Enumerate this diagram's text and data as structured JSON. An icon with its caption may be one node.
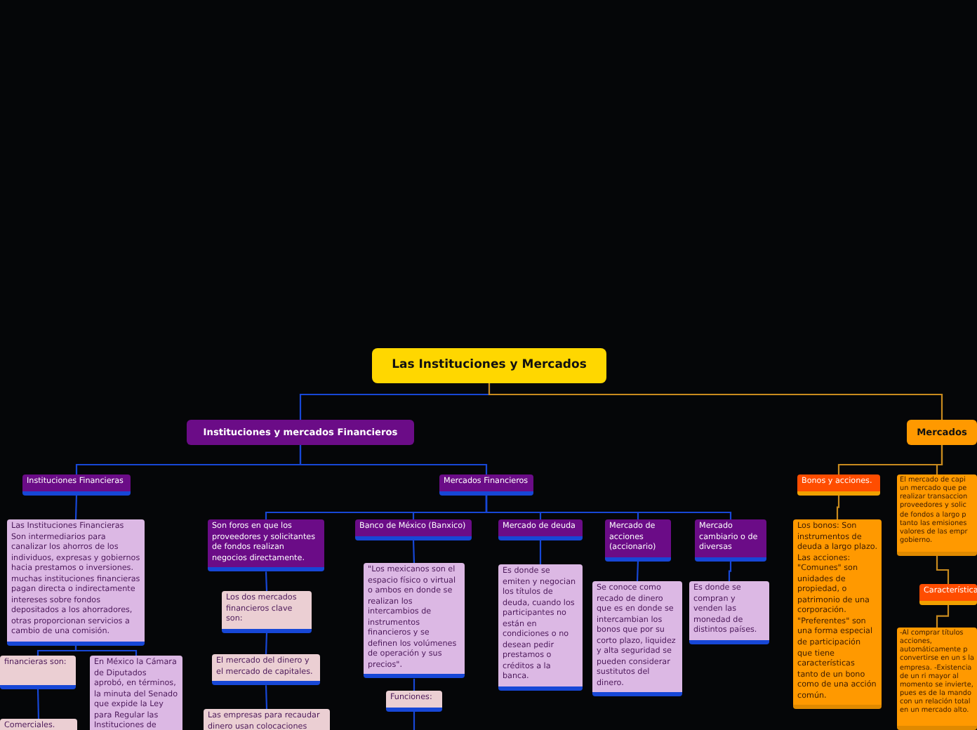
{
  "diagram": {
    "nodes": [
      {
        "text": [
          "Las Instituciones y Mercados"
        ]
      },
      {
        "text": [
          "Instituciones y mercados Financieros"
        ]
      },
      {
        "text": [
          "Mercados"
        ]
      },
      {
        "text": [
          "Instituciones Financieras"
        ]
      },
      {
        "text": [
          "Mercados Financieros"
        ]
      },
      {
        "text": [
          "Las Instituciones Financieras Son intermediarios para canalizar los ahorros de los individuos, expresas y gobiernos hacia prestamos o inversiones. muchas instituciones financieras pagan directa o indirectamente intereses sobre fondos depositados a los ahorradores, otras proporcionan servicios a cambio de una comisión."
        ]
      },
      {
        "text": [
          "financieras son:"
        ]
      },
      {
        "text": [
          "Comerciales."
        ]
      },
      {
        "text": [
          "En México la Cámara de Diputados aprobó, en términos, la minuta del Senado que expide la Ley para Regular las Instituciones de"
        ]
      },
      {
        "text": [
          "Son foros en que los proveedores y solicitantes de fondos realizan negocios directamente."
        ]
      },
      {
        "text": [
          "Los dos mercados financieros clave son:"
        ]
      },
      {
        "text": [
          "El mercado del dinero y el mercado de capitales."
        ]
      },
      {
        "text": [
          "Las empresas para recaudar dinero usan colocaciones"
        ]
      },
      {
        "text": [
          "Banco de México (Banxico)"
        ]
      },
      {
        "text": [
          "\"Los mexicanos son el espacio físico  o virtual o ambos en donde se realizan los intercambios de instrumentos financieros y se definen los volúmenes de operación y sus precios\"."
        ]
      },
      {
        "text": [
          "Funciones:"
        ]
      },
      {
        "text": [
          "Mercado de deuda"
        ]
      },
      {
        "text": [
          "Es donde se emiten y negocian los títulos de deuda, cuando los participantes no están en condiciones o no desean pedir prestamos o créditos a la banca."
        ]
      },
      {
        "text": [
          "Mercado de acciones (accionario)"
        ]
      },
      {
        "text": [
          "Se conoce como recado de dinero que es en donde se intercambian los bonos que por su corto plazo, liquidez y alta seguridad se pueden considerar sustitutos del dinero."
        ]
      },
      {
        "text": [
          "Mercado cambiario o de diversas"
        ]
      },
      {
        "text": [
          "Es donde se compran y venden las monedad de distintos países."
        ]
      },
      {
        "text": [
          "Bonos y acciones."
        ]
      },
      {
        "text": [
          "El mercado de capi un mercado que pe realizar transaccion proveedores y solic de fondos a largo p tanto las emisiones valores de las empr gobierno."
        ]
      },
      {
        "text": [
          "Característica"
        ]
      },
      {
        "text": [
          "-Al comprar títulos acciones, automáticamente p convertirse en un s la empresa. -Existencia de un ri mayor al momento se invierte, pues es de la mando con un relación total en un mercado alto."
        ]
      },
      {
        "text": [
          "Los bonos: Son instrumentos de deuda a largo plazo. Las acciones: \"Comunes\" son unidades de propiedad, o patrimonio de una corporación. \"Preferentes\" son una forma especial de participación que tiene características tanto de un bono como de una acción común."
        ]
      }
    ],
    "edges": [
      {
        "from": 0,
        "to": 1,
        "arrow": "none"
      },
      {
        "from": 0,
        "to": 2,
        "arrow": "none",
        "color": "#c88a1e"
      },
      {
        "from": 1,
        "to": 3,
        "arrow": "none"
      },
      {
        "from": 1,
        "to": 4,
        "arrow": "none"
      },
      {
        "from": 3,
        "to": 5,
        "arrow": "none"
      },
      {
        "from": 5,
        "to": 6,
        "arrow": "none"
      },
      {
        "from": 5,
        "to": 8,
        "arrow": "none"
      },
      {
        "from": 6,
        "to": 7,
        "arrow": "none"
      },
      {
        "from": 4,
        "to": 9,
        "arrow": "none"
      },
      {
        "from": 4,
        "to": 13,
        "arrow": "none"
      },
      {
        "from": 4,
        "to": 16,
        "arrow": "none"
      },
      {
        "from": 4,
        "to": 18,
        "arrow": "none"
      },
      {
        "from": 4,
        "to": 20,
        "arrow": "none"
      },
      {
        "from": 9,
        "to": 10,
        "arrow": "none"
      },
      {
        "from": 10,
        "to": 11,
        "arrow": "none"
      },
      {
        "from": 11,
        "to": 12,
        "arrow": "none"
      },
      {
        "from": 13,
        "to": 14,
        "arrow": "none"
      },
      {
        "from": 14,
        "to": 15,
        "arrow": "none"
      },
      {
        "from": 15,
        "to": null,
        "arrow": "none"
      },
      {
        "from": 16,
        "to": 17,
        "arrow": "none"
      },
      {
        "from": 18,
        "to": 19,
        "arrow": "none"
      },
      {
        "from": 20,
        "to": 21,
        "arrow": "none"
      },
      {
        "from": 2,
        "to": 22,
        "arrow": "none",
        "color": "#c88a1e"
      },
      {
        "from": 2,
        "to": 23,
        "arrow": "none",
        "color": "#c88a1e"
      },
      {
        "from": 22,
        "to": 26,
        "arrow": "none",
        "color": "#c88a1e"
      },
      {
        "from": 23,
        "to": 24,
        "arrow": "none",
        "color": "#c88a1e"
      },
      {
        "from": 24,
        "to": 25,
        "arrow": "none",
        "color": "#c88a1e"
      }
    ]
  }
}
